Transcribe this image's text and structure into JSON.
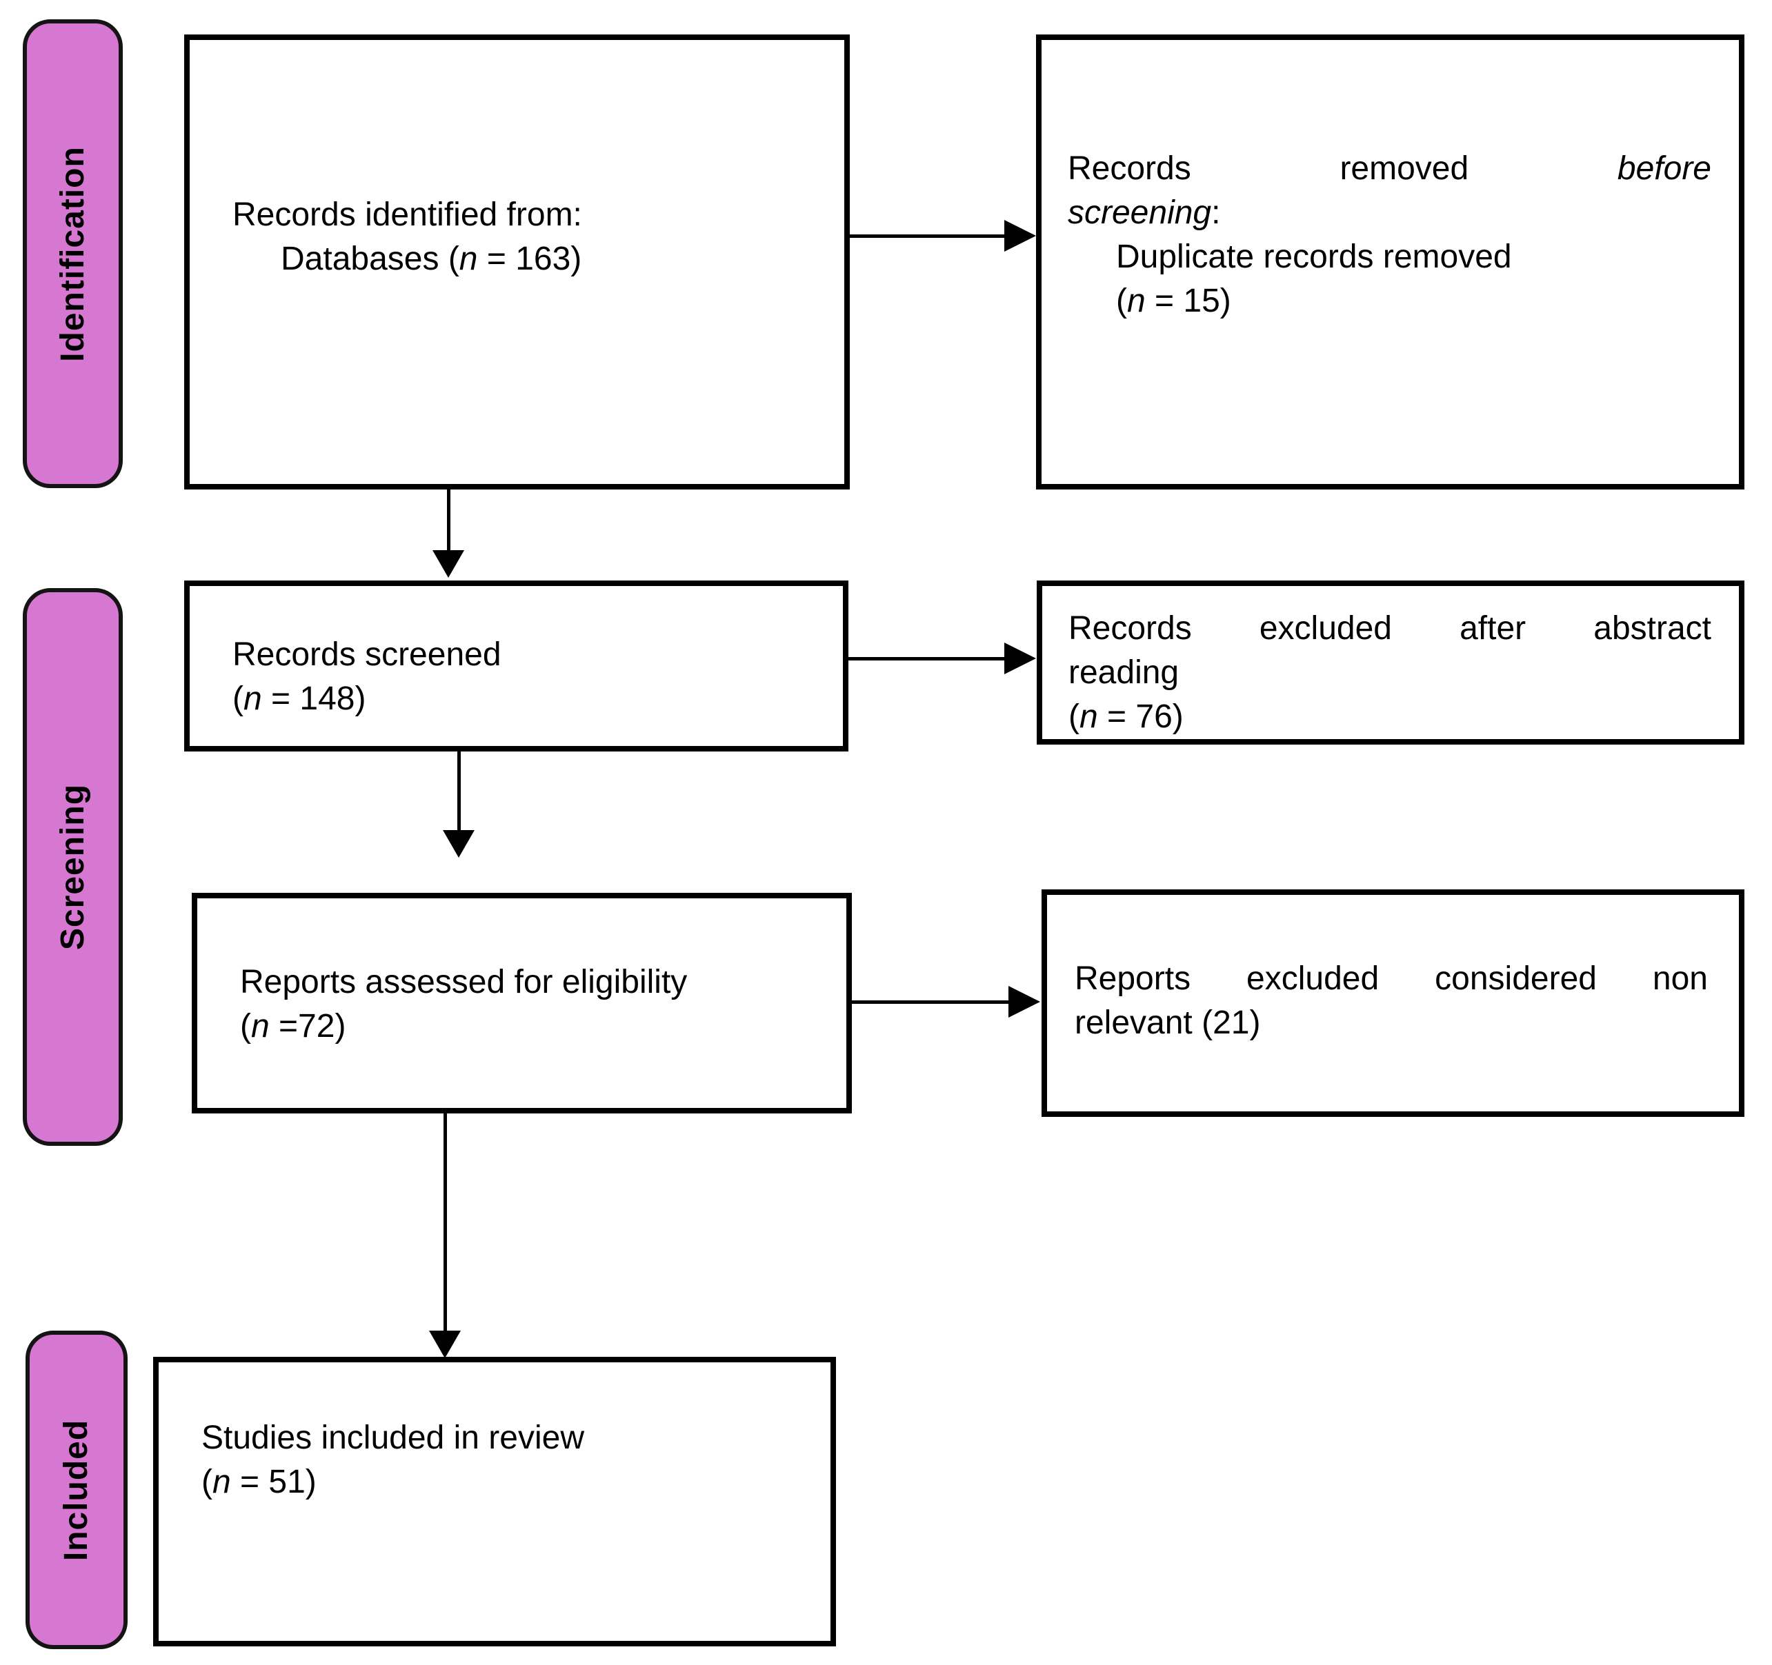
{
  "colors": {
    "stage_fill": "#d678d2",
    "stage_border": "#141414",
    "box_border": "#000000",
    "arrow": "#000000",
    "text": "#000000",
    "background": "#ffffff"
  },
  "stages": [
    {
      "label": "Identification"
    },
    {
      "label": "Screening"
    },
    {
      "label": "Included"
    }
  ],
  "boxes": {
    "records_identified": {
      "lines": [
        {
          "segments": [
            {
              "t": "Records identified from:"
            }
          ]
        },
        {
          "indent": true,
          "segments": [
            {
              "t": "Databases ("
            },
            {
              "t": "n",
              "i": true
            },
            {
              "t": " = 163)"
            }
          ]
        }
      ]
    },
    "records_removed": {
      "lines": [
        {
          "justify": true,
          "segments": [
            {
              "t": "Records removed "
            },
            {
              "t": "before",
              "i": true
            }
          ]
        },
        {
          "segments": [
            {
              "t": "screening",
              "i": true
            },
            {
              "t": ":"
            }
          ]
        },
        {
          "indent": true,
          "segments": [
            {
              "t": "Duplicate records removed"
            }
          ]
        },
        {
          "indent": true,
          "segments": [
            {
              "t": "("
            },
            {
              "t": "n",
              "i": true
            },
            {
              "t": " = 15)"
            }
          ]
        }
      ]
    },
    "records_screened": {
      "lines": [
        {
          "segments": [
            {
              "t": "Records screened"
            }
          ]
        },
        {
          "segments": [
            {
              "t": "("
            },
            {
              "t": "n",
              "i": true
            },
            {
              "t": " = 148)"
            }
          ]
        }
      ]
    },
    "records_excluded": {
      "lines": [
        {
          "justify": true,
          "segments": [
            {
              "t": "Records excluded after abstract"
            }
          ]
        },
        {
          "segments": [
            {
              "t": "reading"
            }
          ]
        },
        {
          "segments": [
            {
              "t": "("
            },
            {
              "t": "n",
              "i": true
            },
            {
              "t": " = 76)"
            }
          ]
        }
      ]
    },
    "reports_assessed": {
      "lines": [
        {
          "segments": [
            {
              "t": "Reports assessed for eligibility"
            }
          ]
        },
        {
          "segments": [
            {
              "t": "("
            },
            {
              "t": "n",
              "i": true
            },
            {
              "t": " =72)"
            }
          ]
        }
      ]
    },
    "reports_excluded": {
      "lines": [
        {
          "justify": true,
          "segments": [
            {
              "t": "Reports excluded considered non"
            }
          ]
        },
        {
          "segments": [
            {
              "t": "relevant (21)"
            }
          ]
        }
      ]
    },
    "studies_included": {
      "lines": [
        {
          "segments": [
            {
              "t": "Studies included in review"
            }
          ]
        },
        {
          "segments": [
            {
              "t": "("
            },
            {
              "t": "n",
              "i": true
            },
            {
              "t": " = 51)"
            }
          ]
        }
      ]
    }
  }
}
